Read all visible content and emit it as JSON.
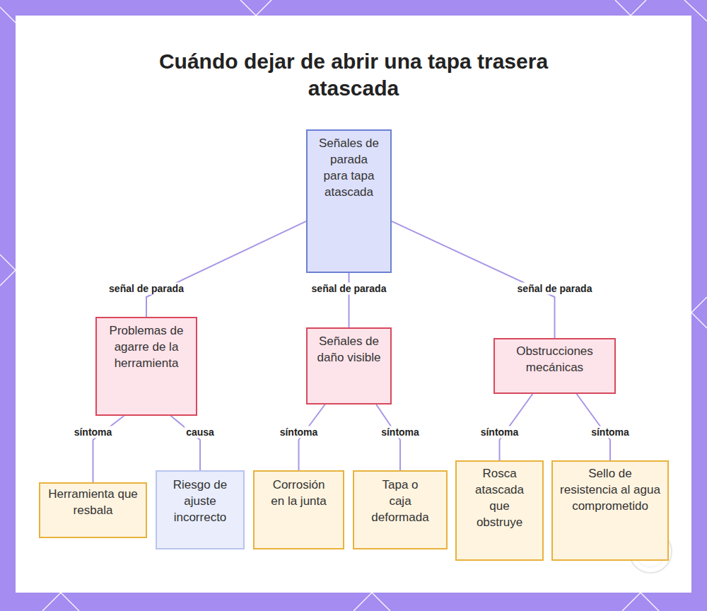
{
  "diagram": {
    "title": "Cuándo dejar de abrir una tapa trasera atascada",
    "nodes": [
      {
        "text": [
          "Señales de parada para tapa atascada"
        ]
      },
      {
        "text": [
          "Problemas de agarre de la herramienta"
        ]
      },
      {
        "text": [
          "Señales de daño visible"
        ]
      },
      {
        "text": [
          "Obstrucciones mecánicas"
        ]
      },
      {
        "text": [
          "Herramienta que resbala"
        ]
      },
      {
        "text": [
          "Riesgo de ajuste incorrecto"
        ]
      },
      {
        "text": [
          "Corrosión en la junta"
        ]
      },
      {
        "text": [
          "Tapa o caja deformada"
        ]
      },
      {
        "text": [
          "Rosca atascada que obstruye"
        ]
      },
      {
        "text": [
          "Sello de resistencia al agua comprometido"
        ]
      }
    ],
    "edges": [
      {
        "from": 0,
        "to": 1,
        "label": "señal de parada",
        "arrow": "none"
      },
      {
        "from": 0,
        "to": 2,
        "label": "señal de parada",
        "arrow": "none"
      },
      {
        "from": 0,
        "to": 3,
        "label": "señal de parada",
        "arrow": "none"
      },
      {
        "from": 1,
        "to": 4,
        "label": "síntoma",
        "arrow": "none"
      },
      {
        "from": 1,
        "to": 5,
        "label": "causa",
        "arrow": "none"
      },
      {
        "from": 2,
        "to": 6,
        "label": "síntoma",
        "arrow": "none"
      },
      {
        "from": 2,
        "to": 7,
        "label": "síntoma",
        "arrow": "none"
      },
      {
        "from": 3,
        "to": 8,
        "label": "síntoma",
        "arrow": "none"
      },
      {
        "from": 3,
        "to": 9,
        "label": "síntoma",
        "arrow": "none"
      }
    ]
  }
}
